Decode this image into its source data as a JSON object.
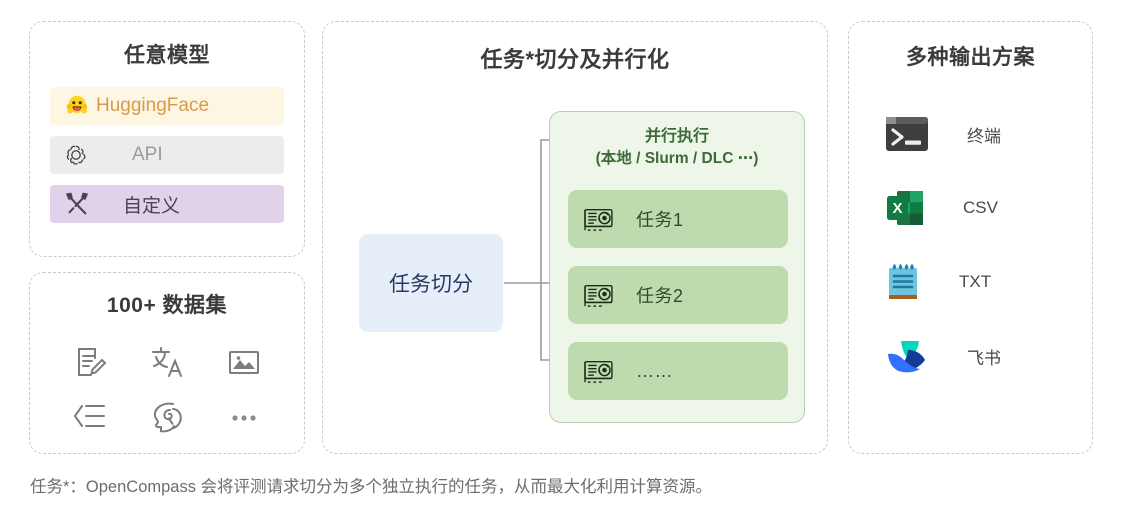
{
  "panels": {
    "models": {
      "title": "任意模型",
      "items": [
        {
          "label": "HuggingFace",
          "icon": "huggingface-icon",
          "bg": "#fdf6e3",
          "fg": "#d89a4b"
        },
        {
          "label": "API",
          "icon": "openai-icon",
          "bg": "#ececec",
          "fg": "#9a9a9a"
        },
        {
          "label": "自定义",
          "icon": "tools-icon",
          "bg": "#dfd2ea",
          "fg": "#4a4251"
        }
      ]
    },
    "datasets": {
      "title": "100+ 数据集",
      "icons": [
        "document-edit-icon",
        "translate-icon",
        "image-icon",
        "list-indent-icon",
        "brain-head-icon",
        "ellipsis-icon"
      ]
    },
    "pipeline": {
      "title": "任务*切分及并行化",
      "split_box": "任务切分",
      "exec_title": "并行执行",
      "exec_subtitle": "(本地 / Slurm / DLC ⋯)",
      "tasks": [
        {
          "label": "任务1",
          "icon": "gpu-card-icon"
        },
        {
          "label": "任务2",
          "icon": "gpu-card-icon"
        },
        {
          "label": "……",
          "icon": "gpu-card-icon"
        }
      ]
    },
    "outputs": {
      "title": "多种输出方案",
      "items": [
        {
          "label": "终端",
          "icon": "terminal-icon"
        },
        {
          "label": "CSV",
          "icon": "excel-icon"
        },
        {
          "label": "TXT",
          "icon": "notepad-icon"
        },
        {
          "label": "飞书",
          "icon": "feishu-icon"
        }
      ]
    }
  },
  "footnote": "任务*：OpenCompass 会将评测请求切分为多个独立执行的任务，从而最大化利用计算资源。",
  "colors": {
    "panel_border": "#c9c9c9",
    "exec_bg": "#eef6ea",
    "exec_border": "#b6cfae",
    "task_card": "#bedbb0",
    "task_text": "#2f4a2a",
    "split_bg": "#e6eff9",
    "split_text": "#2b3a63",
    "title": "#3b3b3b",
    "arrow": "#9a9a9a"
  }
}
